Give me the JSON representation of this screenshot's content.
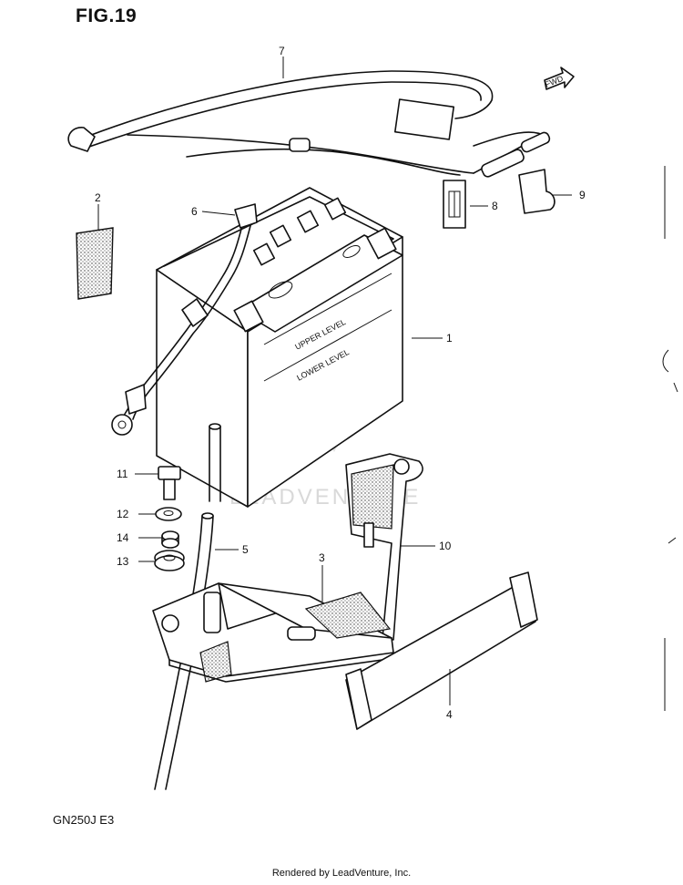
{
  "figure": {
    "title": "FIG.19",
    "model_code": "GN250J  E3",
    "footer": "Rendered by LeadVenture, Inc."
  },
  "watermark": {
    "text": "LEADVENTURE"
  },
  "forward_arrow": {
    "text": "FWD"
  },
  "battery_labels": {
    "upper": "UPPER LEVEL",
    "lower": "LOWER LEVEL"
  },
  "callouts": {
    "c1": "1",
    "c2": "2",
    "c3": "3",
    "c4": "4",
    "c5": "5",
    "c6": "6",
    "c7": "7",
    "c8": "8",
    "c9": "9",
    "c10": "10",
    "c11": "11",
    "c12": "12",
    "c13": "13",
    "c14": "14"
  }
}
